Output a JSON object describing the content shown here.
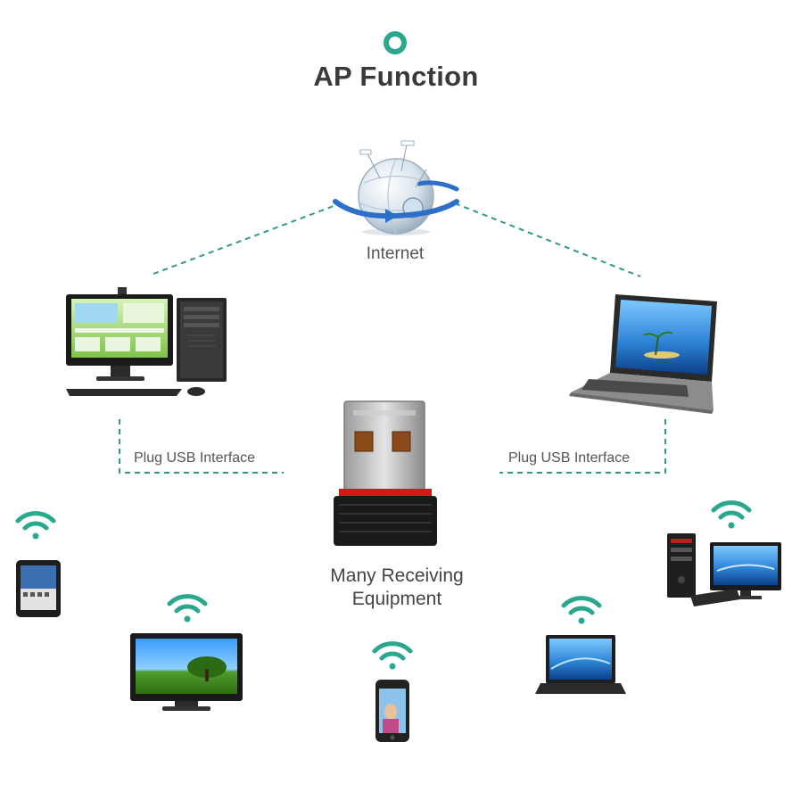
{
  "title": "AP Function",
  "internet_label": "Internet",
  "plug_left_label": "Plug USB Interface",
  "plug_right_label": "Plug USB Interface",
  "receiving_label_line1": "Many Receiving",
  "receiving_label_line2": "Equipment",
  "colors": {
    "teal": "#2aa88e",
    "dash": "#2f9a87",
    "text": "#3a3a3a",
    "dongle_red": "#d81818"
  },
  "icons": [
    "title-bullet-icon",
    "globe-icon",
    "desktop-computer-icon",
    "laptop-icon",
    "usb-dongle-icon",
    "wifi-icon",
    "tablet-icon",
    "tv-icon",
    "smartphone-icon",
    "mini-laptop-icon",
    "desktop-tower-icon"
  ]
}
